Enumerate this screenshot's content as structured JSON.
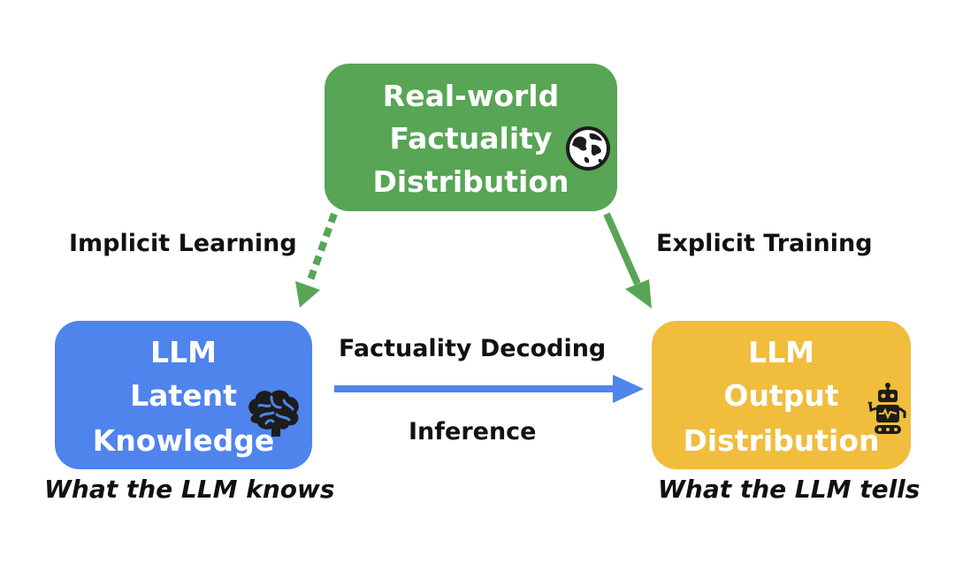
{
  "nodes": {
    "world": {
      "lines": [
        "Real-world",
        "Factuality",
        "Distribution"
      ],
      "icon": "globe-icon",
      "color": "#57a555"
    },
    "latent": {
      "lines": [
        "LLM",
        "Latent",
        "Knowledge"
      ],
      "icon": "brain-icon",
      "color": "#4f84ec"
    },
    "output": {
      "lines": [
        "LLM",
        "Output",
        "Distribution"
      ],
      "icon": "robot-icon",
      "color": "#f0bd3d"
    }
  },
  "edges": {
    "implicit": {
      "label": "Implicit Learning",
      "style": "dashed",
      "color": "#57a555"
    },
    "explicit": {
      "label": "Explicit Training",
      "style": "solid",
      "color": "#57a555"
    },
    "decoding": {
      "label_top": "Factuality Decoding",
      "label_bottom": "Inference",
      "style": "solid",
      "color": "#4f84ec"
    }
  },
  "captions": {
    "latent": "What the LLM knows",
    "output": "What the LLM tells"
  }
}
